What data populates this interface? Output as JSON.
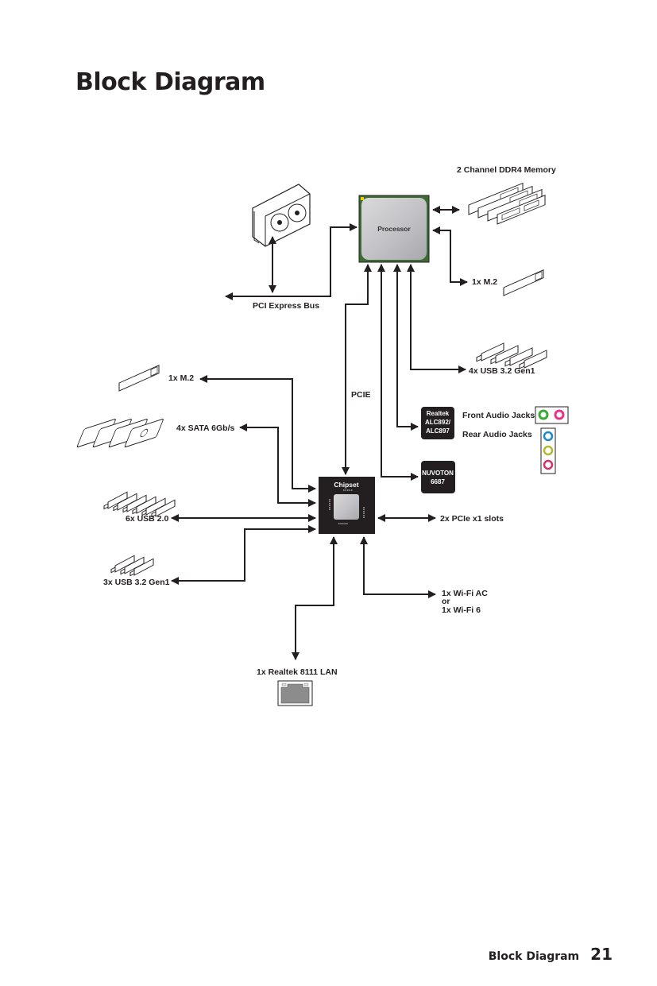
{
  "page": {
    "title": "Block Diagram",
    "footer_section": "Block Diagram",
    "page_number": "21"
  },
  "diagram": {
    "processor": "Processor",
    "chipset": "Chipset",
    "pcie_link": "PCIE",
    "pci_express_bus": "PCI Express Bus",
    "memory": "2 Channel DDR4 Memory",
    "cpu_m2": "1x M.2",
    "cpu_usb": "4x USB 3.2 Gen1",
    "audio_codec": [
      "Realtek",
      "ALC892/",
      "ALC897"
    ],
    "front_audio": "Front Audio Jacks",
    "rear_audio": "Rear Audio Jacks",
    "superio": [
      "NUVOTON",
      "6687"
    ],
    "chipset_m2": "1x M.2",
    "sata": "4x SATA 6Gb/s",
    "usb2": "6x USB 2.0",
    "chipset_usb3": "3x USB 3.2 Gen1",
    "pcie_slots": "2x PCIe x1 slots",
    "wifi": [
      "1x Wi-Fi AC",
      "or",
      "1x Wi-Fi 6"
    ],
    "lan": "1x Realtek 8111 LAN"
  },
  "colors": {
    "processor_border": "#3d6b35",
    "front_jack_green": "#3aaa35",
    "front_jack_pink": "#e8338b",
    "rear_jack_blue": "#1c8ac9",
    "rear_jack_lime": "#b5b82a",
    "rear_jack_pink": "#d3306e"
  }
}
